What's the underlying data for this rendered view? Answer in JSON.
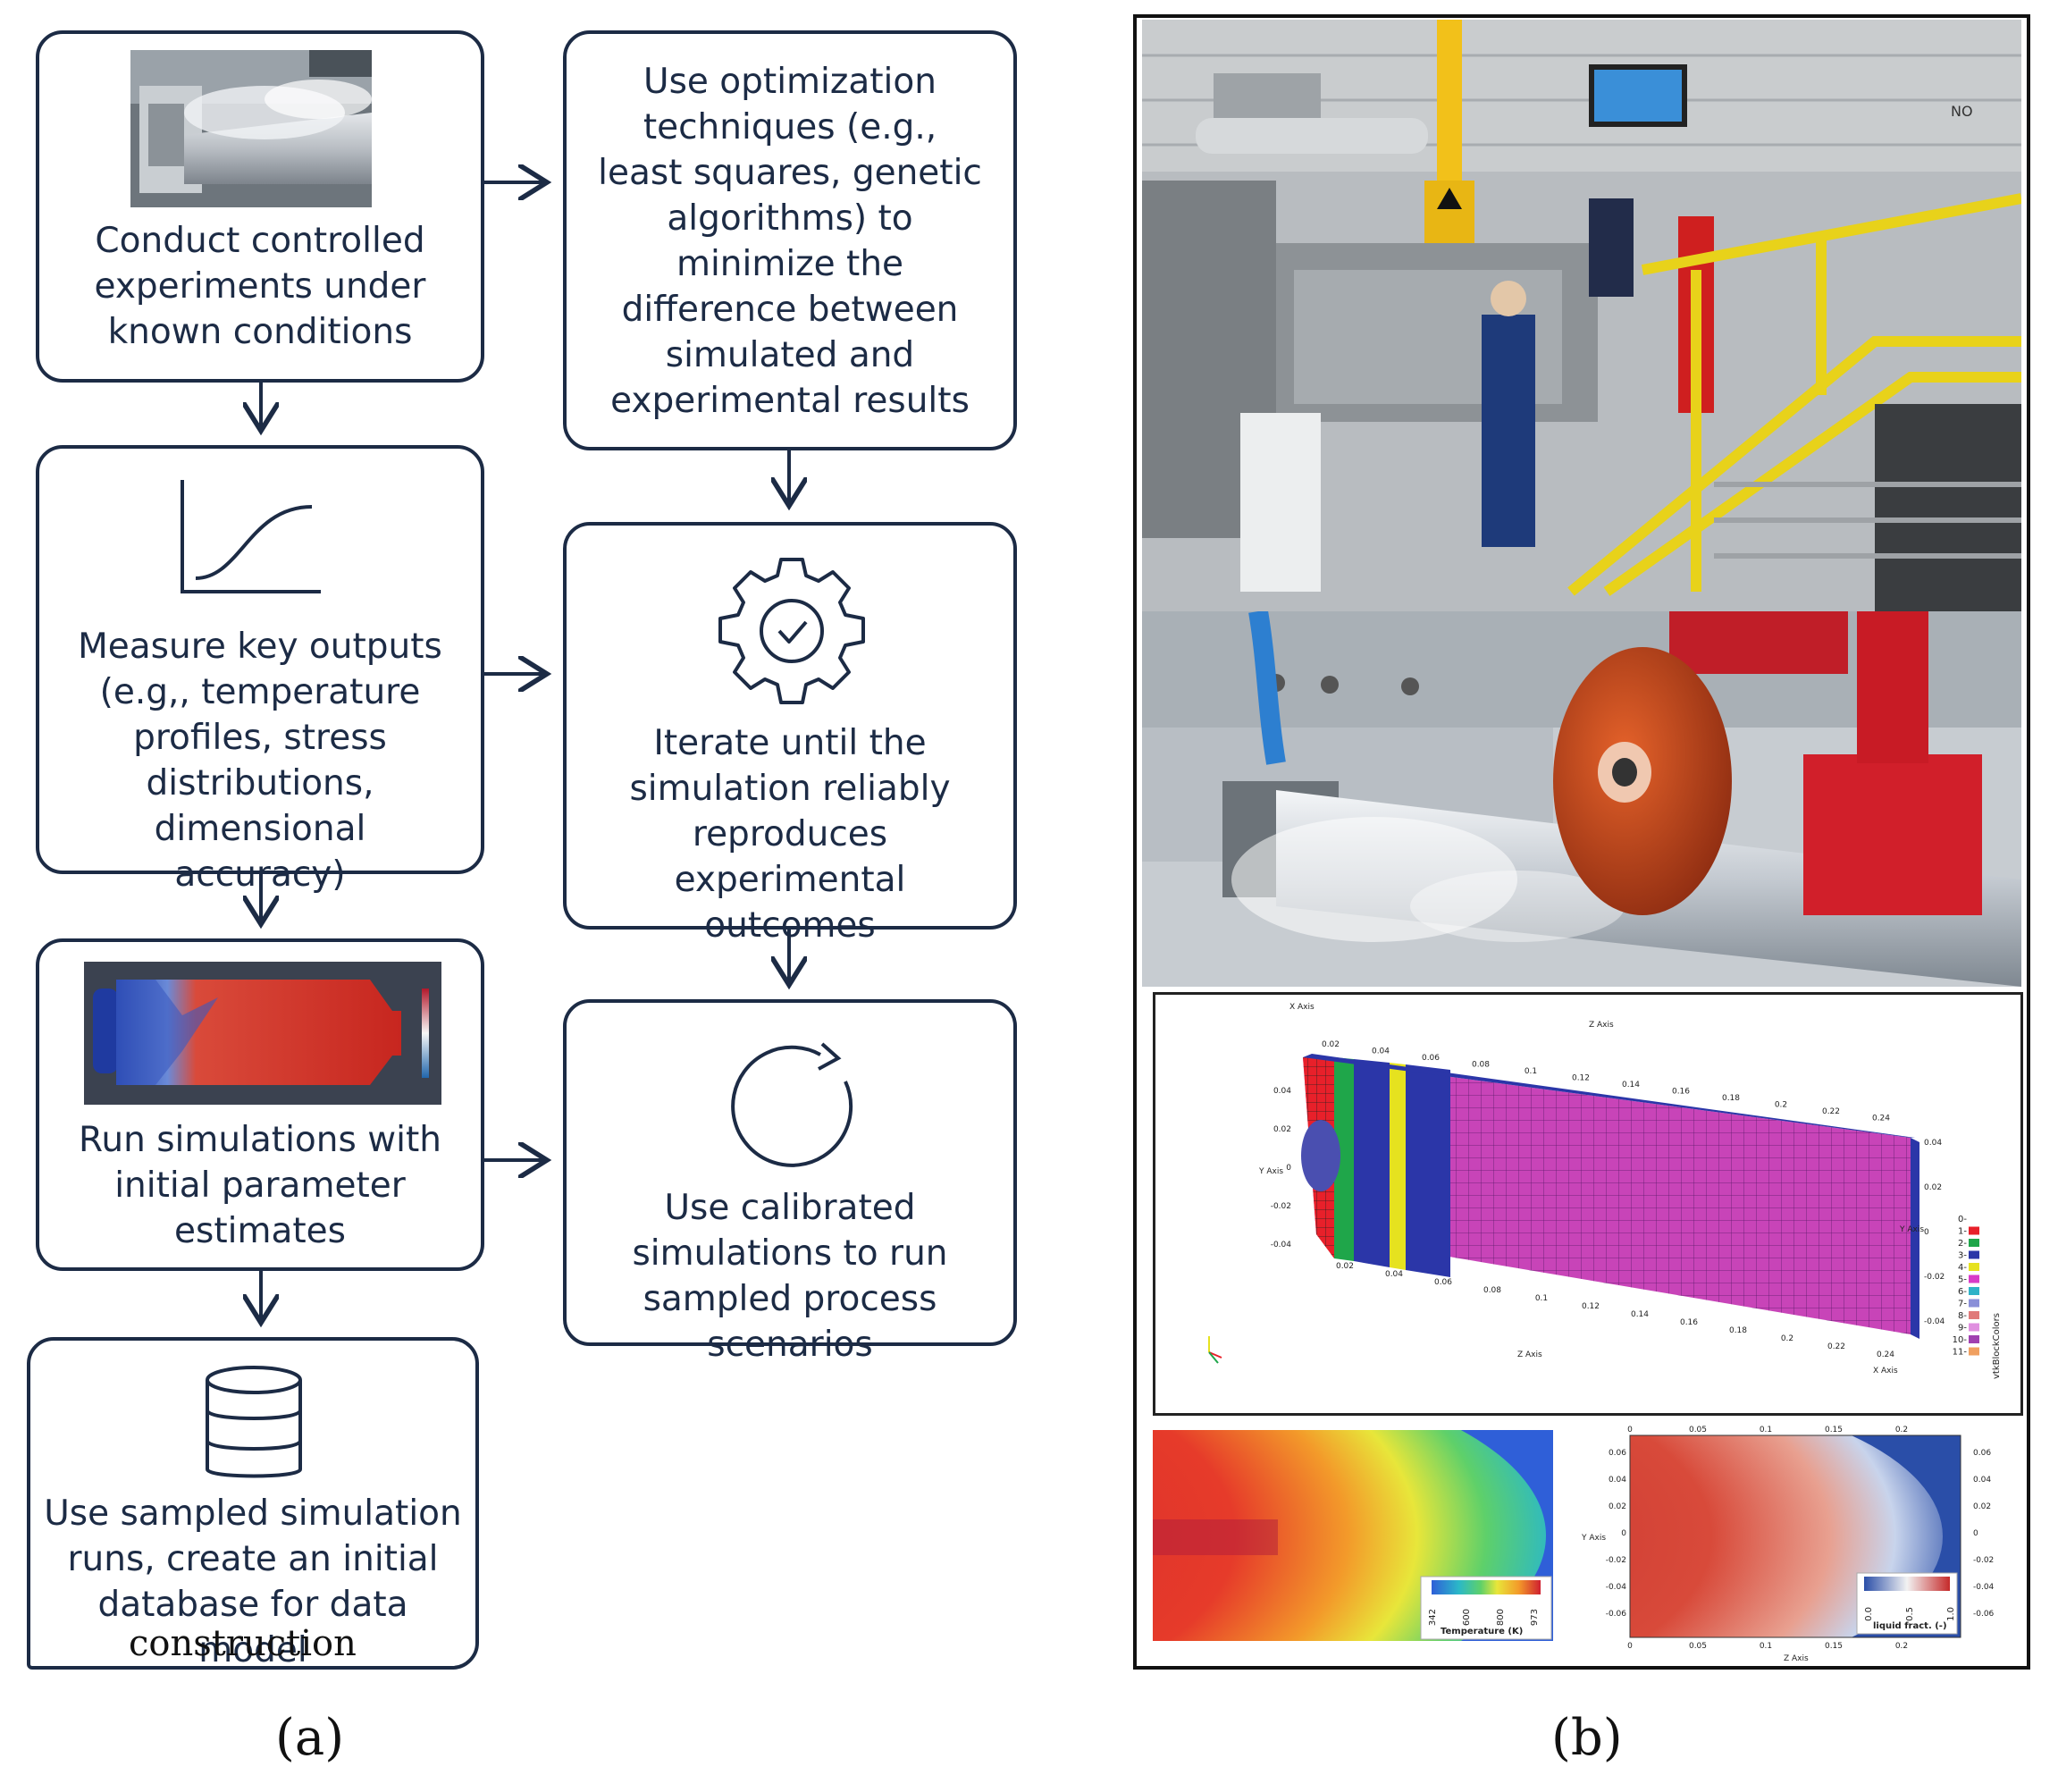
{
  "panel_a": {
    "steps": {
      "conduct": "Conduct controlled experiments under known conditions",
      "measure": "Measure key outputs (e.g,, temperature profiles, stress distributions, dimensional accuracy)",
      "run_sim": "Run simulations with initial parameter estimates",
      "database": "Use sampled simulation runs, create an initial database for data model",
      "database_tail": "construction",
      "optimize": "Use optimization techniques (e.g., least squares, genetic algorithms) to minimize the difference between simulated and experimental results",
      "iterate": "Iterate until the simulation reliably reproduces experimental outcomes",
      "calibrated": "Use calibrated simulations to run sampled process scenarios"
    },
    "icons": [
      "curve-icon",
      "gear-check-icon",
      "refresh-icon",
      "database-icon"
    ],
    "colors": {
      "box_border": "#1c2b45",
      "arrow": "#1c2b45"
    }
  },
  "panel_b": {
    "mesh": {
      "x_axis_title": "X Axis",
      "z_axis_title": "Z Axis",
      "y_axis_title": "Y Axis",
      "top_ticks": [
        "0.02",
        "0.04",
        "0.06",
        "0.08",
        "0.1",
        "0.12",
        "0.14",
        "0.16",
        "0.18",
        "0.2",
        "0.22",
        "0.24"
      ],
      "bottom_ticks": [
        "0.02",
        "0.04",
        "0.06",
        "0.08",
        "0.1",
        "0.12",
        "0.14",
        "0.16",
        "0.18",
        "0.2",
        "0.22",
        "0.24"
      ],
      "left_ticks": [
        "0.04",
        "0.02",
        "0",
        "-0.02",
        "-0.04"
      ],
      "right_ticks": [
        "0.04",
        "0.02",
        "0",
        "-0.02",
        "-0.04"
      ],
      "legend_title": "vtkBlockColors",
      "legend_items": [
        {
          "label": "0",
          "color": "#ffffff"
        },
        {
          "label": "1",
          "color": "#e8202a"
        },
        {
          "label": "2",
          "color": "#1fa64a"
        },
        {
          "label": "3",
          "color": "#2b36a8"
        },
        {
          "label": "4",
          "color": "#e6e21f"
        },
        {
          "label": "5",
          "color": "#d83cc8"
        },
        {
          "label": "6",
          "color": "#2fb3c8"
        },
        {
          "label": "7",
          "color": "#8a8fd8"
        },
        {
          "label": "8",
          "color": "#e07a7a"
        },
        {
          "label": "9",
          "color": "#e090e0"
        },
        {
          "label": "10",
          "color": "#a040b0"
        },
        {
          "label": "11",
          "color": "#f0a060"
        }
      ]
    },
    "temperature": {
      "colorbar_title": "Temperature (K)",
      "ticks": [
        "342",
        "600",
        "800",
        "973"
      ]
    },
    "liquid": {
      "colorbar_title": "liquid fract. (-)",
      "ticks": [
        "0.0",
        "0.5",
        "1.0"
      ],
      "z_axis_title": "Z Axis",
      "y_axis_title": "Y Axis",
      "x_ticks": [
        "0",
        "0.05",
        "0.1",
        "0.15",
        "0.2"
      ],
      "y_ticks": [
        "0.06",
        "0.04",
        "0.02",
        "0",
        "-0.02",
        "-0.04",
        "-0.06"
      ]
    },
    "photo_sign": "NO"
  },
  "captions": {
    "a": "(a)",
    "b": "(b)"
  }
}
